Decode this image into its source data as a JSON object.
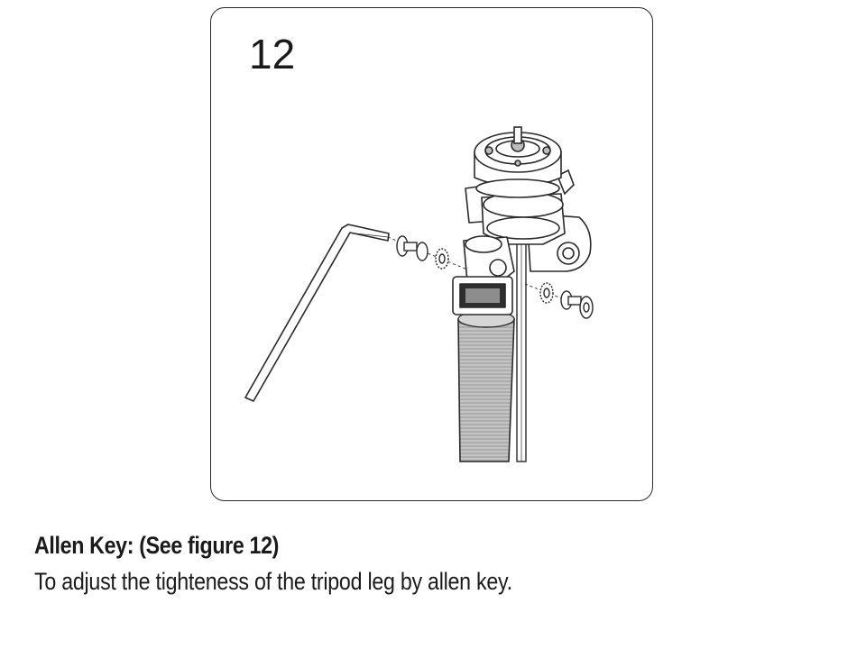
{
  "figure": {
    "number": "12"
  },
  "illustration": {
    "subject": "tripod-leg-allen-key-adjustment",
    "line_color": "#2a2a2a",
    "fill_color": "#ffffff",
    "shade_color": "#bcbcbc"
  },
  "caption": {
    "heading": "Allen Key: (See figure 12)",
    "body": "To adjust the tighteness of the tripod leg by allen key."
  }
}
